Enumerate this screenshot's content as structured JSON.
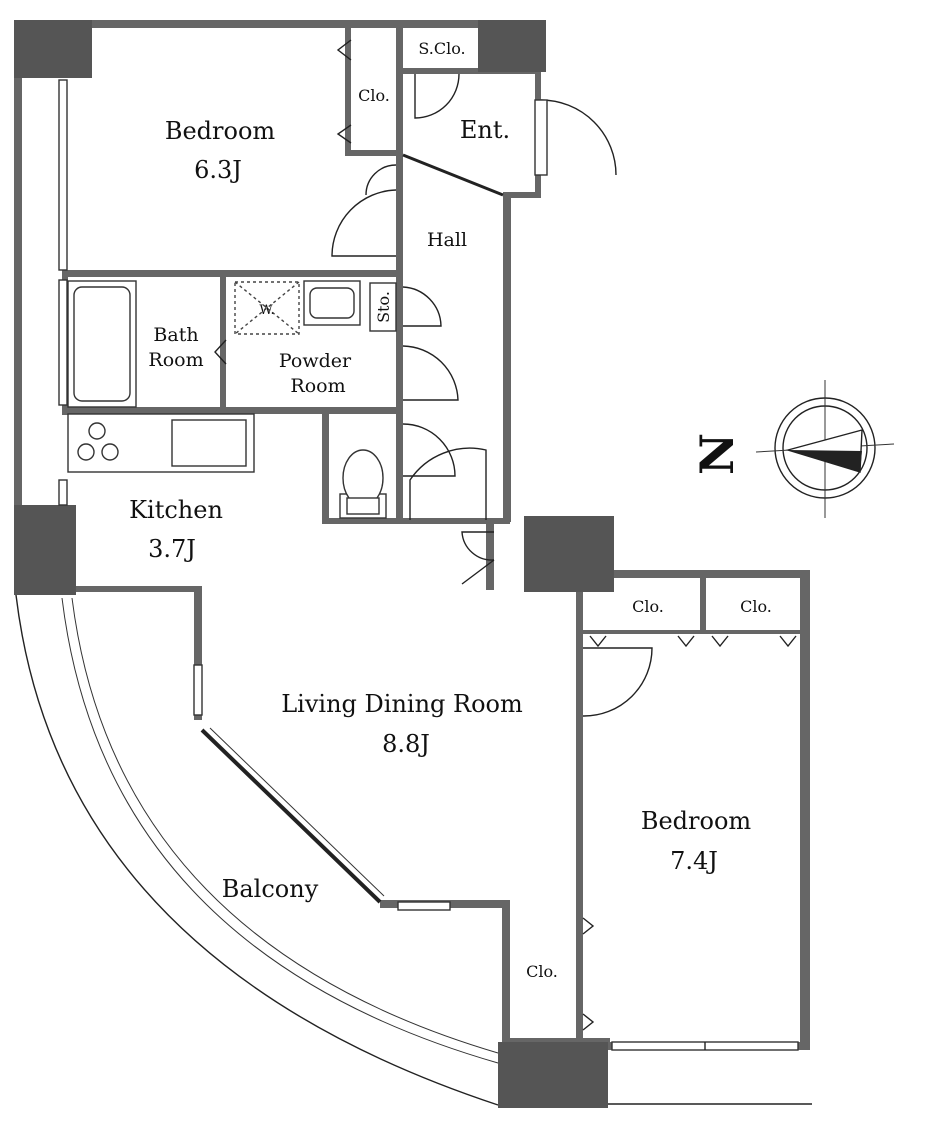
{
  "rooms": {
    "bedroom1": {
      "name": "Bedroom",
      "size": "6.3J"
    },
    "entrance": {
      "name": "Ent."
    },
    "shoe_closet": {
      "name": "S.Clo."
    },
    "closet1": {
      "name": "Clo."
    },
    "hall": {
      "name": "Hall"
    },
    "bath": {
      "line1": "Bath",
      "line2": "Room"
    },
    "washer": {
      "name": "W."
    },
    "powder": {
      "line1": "Powder",
      "line2": "Room"
    },
    "storage": {
      "name": "Sto."
    },
    "kitchen": {
      "name": "Kitchen",
      "size": "3.7J"
    },
    "living": {
      "name": "Living Dining Room",
      "size": "8.8J"
    },
    "closet2": {
      "name": "Clo."
    },
    "closet3": {
      "name": "Clo."
    },
    "bedroom2": {
      "name": "Bedroom",
      "size": "7.4J"
    },
    "closet4": {
      "name": "Clo."
    },
    "balcony": {
      "name": "Balcony"
    }
  },
  "compass": {
    "label": "N"
  },
  "colors": {
    "wall": "#666666",
    "pillar": "#555555",
    "line": "#222222"
  }
}
